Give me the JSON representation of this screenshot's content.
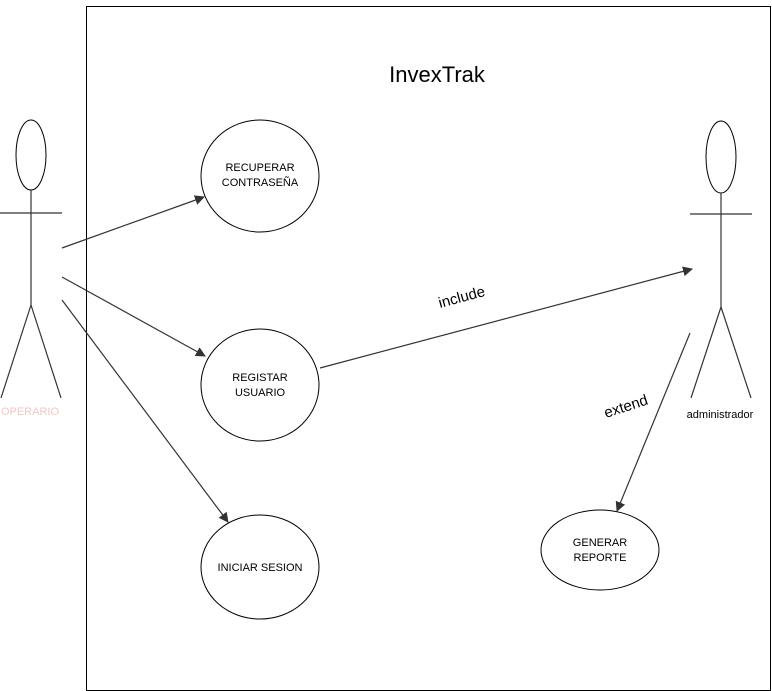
{
  "system": {
    "title": "InvexTrak"
  },
  "actors": {
    "operario": {
      "label": "OPERARIO",
      "label_color": "#f4c6c6"
    },
    "administrador": {
      "label": "administrador",
      "label_color": "#000000"
    }
  },
  "use_cases": {
    "recuperar": {
      "line1": "RECUPERAR",
      "line2": "CONTRASEÑA"
    },
    "registar": {
      "line1": "REGISTAR",
      "line2": "USUARIO"
    },
    "iniciar": {
      "line1": "INICIAR SESION"
    },
    "generar": {
      "line1": "GENERAR",
      "line2": "REPORTE"
    }
  },
  "relations": {
    "include": "include",
    "extend": "extend"
  }
}
